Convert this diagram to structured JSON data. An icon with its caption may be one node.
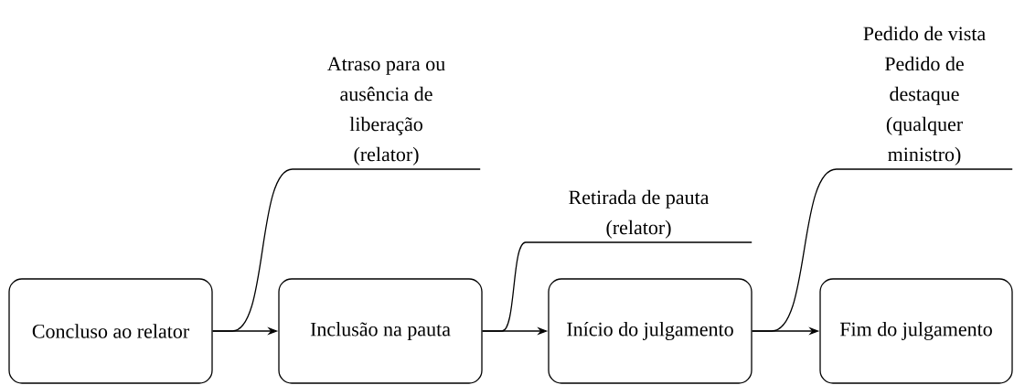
{
  "diagram": {
    "nodes": [
      {
        "text": [
          "Concluso ao relator"
        ]
      },
      {
        "text": [
          "Inclusão na pauta"
        ]
      },
      {
        "text": [
          "Início do julgamento"
        ]
      },
      {
        "text": [
          "Fim do julgamento"
        ]
      },
      {
        "text": [
          "Atraso para ou ausência de liberação (relator)"
        ]
      },
      {
        "text": [
          "Retirada de pauta (relator)"
        ]
      },
      {
        "text": [
          "Pedido de vista",
          "Pedido de destaque (qualquer ministro)"
        ]
      }
    ],
    "edges": [
      {
        "from": 0,
        "to": 1,
        "arrow": "to"
      },
      {
        "from": 1,
        "to": 2,
        "arrow": "to"
      },
      {
        "from": 2,
        "to": 3,
        "arrow": "to"
      },
      {
        "from": 0,
        "to": 4,
        "arrow": "none"
      },
      {
        "from": 1,
        "to": 5,
        "arrow": "none"
      },
      {
        "from": 2,
        "to": 6,
        "arrow": "none"
      }
    ]
  }
}
